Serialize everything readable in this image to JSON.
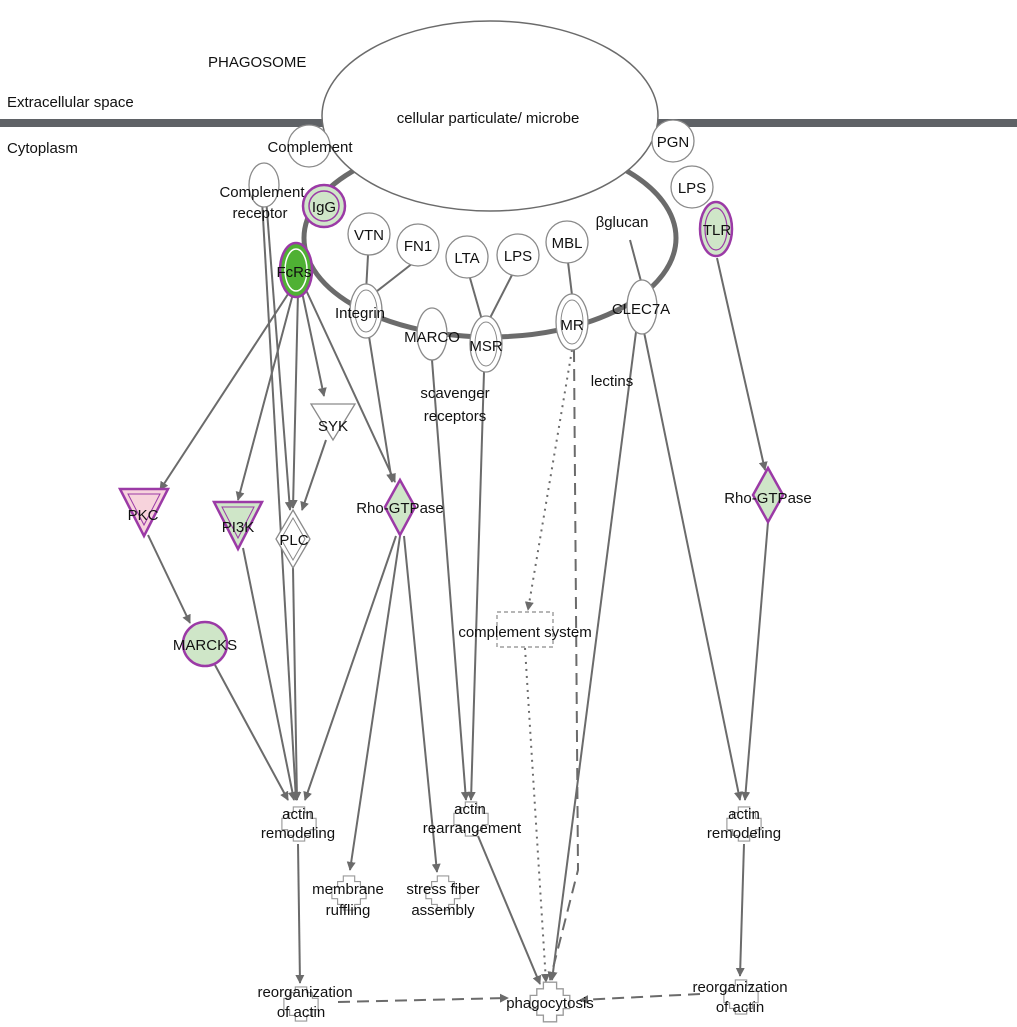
{
  "compartments": {
    "phagosome": "PHAGOSOME",
    "extracellular": "Extracellular space",
    "cytoplasm": "Cytoplasm",
    "particle": "cellular particulate/ microbe"
  },
  "nodes": {
    "complement": "Complement",
    "complement_receptor_1": "Complement",
    "complement_receptor_2": "receptor",
    "igg": "IgG",
    "fcrs": "FcRs",
    "vtn": "VTN",
    "fn1": "FN1",
    "lta": "LTA",
    "lps_mid": "LPS",
    "mbl": "MBL",
    "bglucan": "βglucan",
    "pgn": "PGN",
    "lps_right": "LPS",
    "tlr": "TLR",
    "integrin": "Integrin",
    "marco": "MARCO",
    "msr": "MSR",
    "mr": "MR",
    "clec7a": "CLEC7A",
    "syk": "SYK",
    "pkc": "PKC",
    "pi3k": "PI3K",
    "plc": "PLC",
    "rho_left": "Rho-GTPase",
    "rho_right": "Rho-GTPase",
    "marcks": "MARCKS",
    "complement_system": "complement system"
  },
  "labels": {
    "scavenger_1": "scavenger",
    "scavenger_2": "receptors",
    "lectins": "lectins"
  },
  "functions": {
    "actin_remodeling_left_1": "actin",
    "actin_remodeling_left_2": "remodeling",
    "actin_rearr_1": "actin",
    "actin_rearr_2": "rearrangement",
    "actin_remodeling_right_1": "actin",
    "actin_remodeling_right_2": "remodeling",
    "membrane_ruffling_1": "membrane",
    "membrane_ruffling_2": "ruffling",
    "stress_fiber_1": "stress fiber",
    "stress_fiber_2": "assembly",
    "reorg_left_1": "reorganization",
    "reorg_left_2": "of actin",
    "phagocytosis": "phagocytosis",
    "reorg_right_1": "reorganization",
    "reorg_right_2": "of actin"
  },
  "colors": {
    "membrane": "#5f6266",
    "edge": "#6b6b6b",
    "upregulated_ring": "#9b3aa6",
    "light_green": "#cfe6c8",
    "dark_green": "#4fb134",
    "light_pink": "#f7d3dc"
  }
}
